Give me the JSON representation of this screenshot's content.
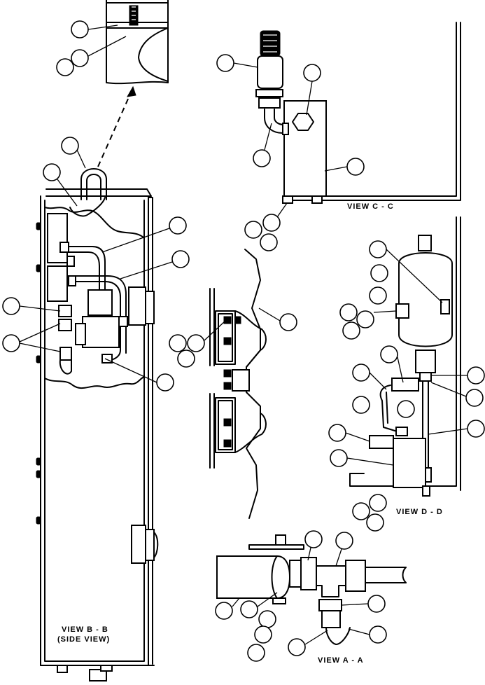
{
  "views": {
    "view_cc": "VIEW  C - C",
    "view_dd": "VIEW  D - D",
    "view_aa": "VIEW  A - A",
    "view_bb_line1": "VIEW  B - B",
    "view_bb_line2": "(SIDE VIEW)"
  }
}
